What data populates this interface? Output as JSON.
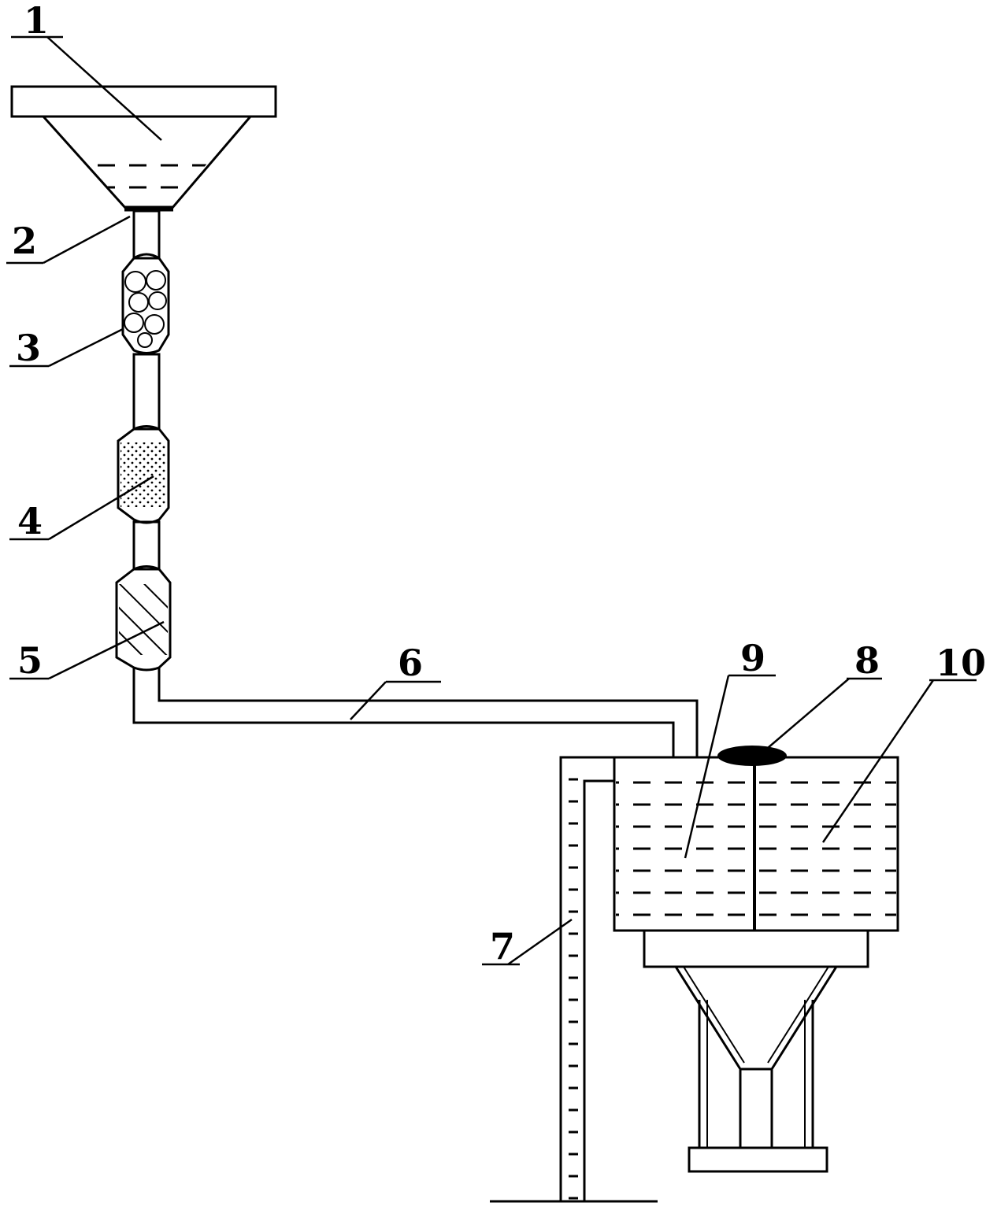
{
  "diagram": {
    "labels": {
      "n1": "1",
      "n2": "2",
      "n3": "3",
      "n4": "4",
      "n5": "5",
      "n6": "6",
      "n7": "7",
      "n8": "8",
      "n9": "9",
      "n10": "10"
    }
  }
}
